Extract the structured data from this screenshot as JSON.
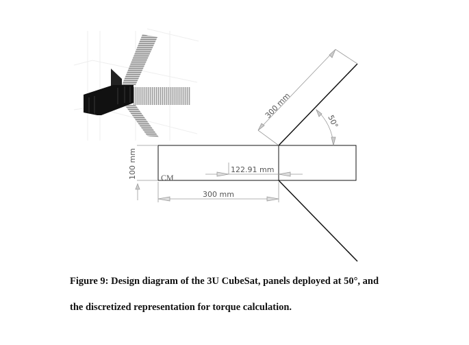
{
  "figure": {
    "labels": {
      "panel_length": "300 mm",
      "angle": "50°",
      "height": "100 mm",
      "cm": "CM",
      "cm_offset": "122.91 mm",
      "body_length": "300 mm"
    },
    "caption_line1": "Figure 9: Design diagram of the 3U CubeSat, panels deployed at 50°, and",
    "caption_line2": "the discretized representation for torque calculation."
  }
}
